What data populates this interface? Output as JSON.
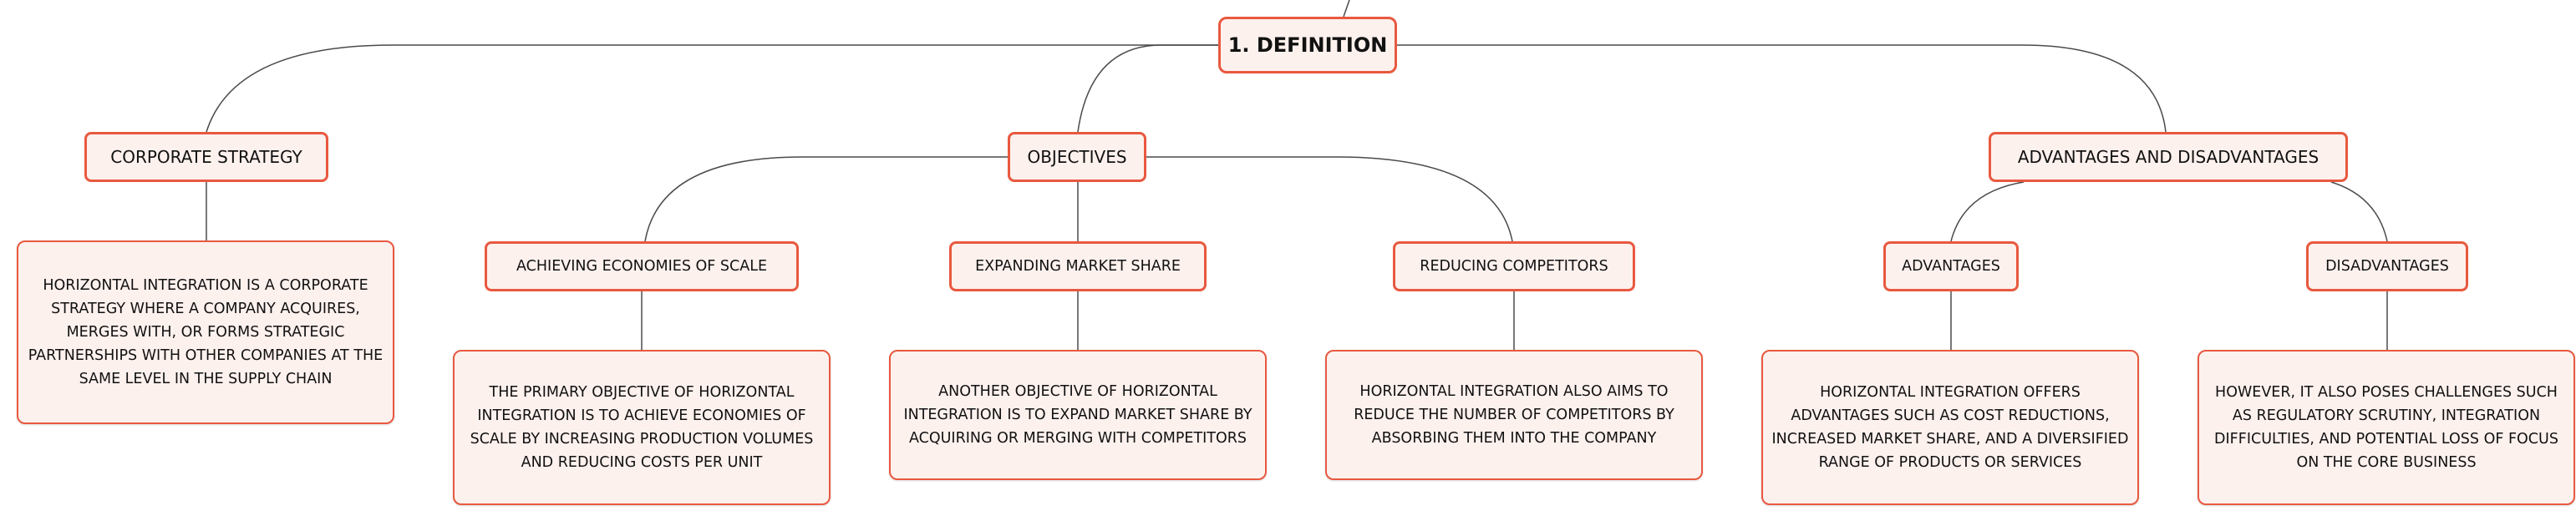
{
  "root": {
    "label": "1. DEFINITION"
  },
  "branches": {
    "corporate_strategy": {
      "label": "CORPORATE STRATEGY",
      "detail": "HORIZONTAL INTEGRATION IS A CORPORATE STRATEGY WHERE A COMPANY ACQUIRES, MERGES WITH, OR FORMS STRATEGIC PARTNERSHIPS WITH OTHER COMPANIES AT THE SAME LEVEL IN THE SUPPLY CHAIN"
    },
    "objectives": {
      "label": "OBJECTIVES",
      "items": [
        {
          "label": "ACHIEVING ECONOMIES OF SCALE",
          "detail": "THE PRIMARY OBJECTIVE OF HORIZONTAL INTEGRATION IS TO ACHIEVE ECONOMIES OF SCALE BY INCREASING PRODUCTION VOLUMES AND REDUCING COSTS PER UNIT"
        },
        {
          "label": "EXPANDING MARKET SHARE",
          "detail": "ANOTHER OBJECTIVE OF HORIZONTAL INTEGRATION IS TO EXPAND MARKET SHARE BY ACQUIRING OR MERGING WITH COMPETITORS"
        },
        {
          "label": "REDUCING COMPETITORS",
          "detail": "HORIZONTAL INTEGRATION ALSO AIMS TO REDUCE THE NUMBER OF COMPETITORS BY ABSORBING THEM INTO THE COMPANY"
        }
      ]
    },
    "advantages_disadvantages": {
      "label": "ADVANTAGES AND DISADVANTAGES",
      "items": [
        {
          "label": "ADVANTAGES",
          "detail": "HORIZONTAL INTEGRATION OFFERS ADVANTAGES SUCH AS COST REDUCTIONS, INCREASED MARKET SHARE, AND A DIVERSIFIED RANGE OF PRODUCTS OR SERVICES"
        },
        {
          "label": "DISADVANTAGES",
          "detail": "HOWEVER, IT ALSO POSES CHALLENGES SUCH AS REGULATORY SCRUTINY, INTEGRATION DIFFICULTIES, AND POTENTIAL LOSS OF FOCUS ON THE CORE BUSINESS"
        }
      ]
    }
  }
}
